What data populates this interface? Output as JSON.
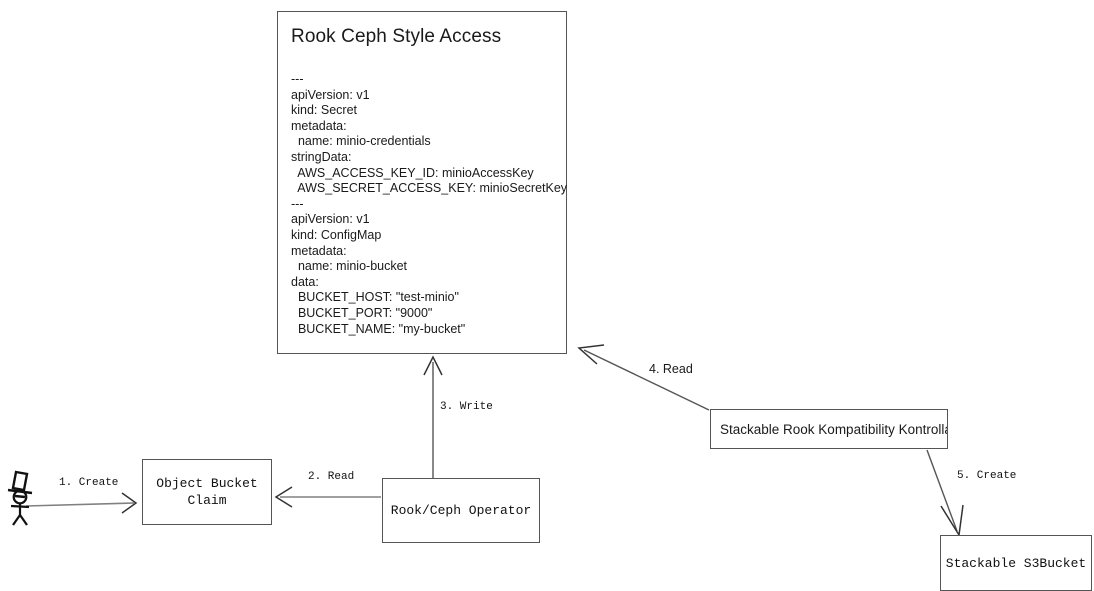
{
  "diagram": {
    "title": "Rook Ceph Style Access",
    "background": "#ffffff",
    "line_color": "#4d4d4d",
    "text_color": "#1a1a1a"
  },
  "yaml_card": {
    "title": "Rook Ceph Style Access",
    "body": "---\napiVersion: v1\nkind: Secret\nmetadata:\n  name: minio-credentials\nstringData:\n  AWS_ACCESS_KEY_ID: minioAccessKey\n  AWS_SECRET_ACCESS_KEY: minioSecretKey\n---\napiVersion: v1\nkind: ConfigMap\nmetadata:\n  name: minio-bucket\ndata:\n  BUCKET_HOST: \"test-minio\"\n  BUCKET_PORT: \"9000\"\n  BUCKET_NAME: \"my-bucket\""
  },
  "nodes": {
    "actor": {
      "label": "user-stick-figure"
    },
    "object_bucket_claim": {
      "label": "Object Bucket\nClaim"
    },
    "rook_ceph_operator": {
      "label": "Rook/Ceph Operator"
    },
    "srkk": {
      "label": "Stackable Rook Kompatibility Kontrollant"
    },
    "s3bucket": {
      "label": "Stackable S3Bucket"
    }
  },
  "edges": [
    {
      "id": "e1",
      "label": "1. Create",
      "from": "actor",
      "to": "object_bucket_claim"
    },
    {
      "id": "e2",
      "label": "2. Read",
      "from": "rook_ceph_operator",
      "to": "object_bucket_claim"
    },
    {
      "id": "e3",
      "label": "3. Write",
      "from": "rook_ceph_operator",
      "to": "yaml_card"
    },
    {
      "id": "e4",
      "label": "4. Read",
      "from": "srkk",
      "to": "yaml_card"
    },
    {
      "id": "e5",
      "label": "5. Create",
      "from": "srkk",
      "to": "s3bucket"
    }
  ]
}
